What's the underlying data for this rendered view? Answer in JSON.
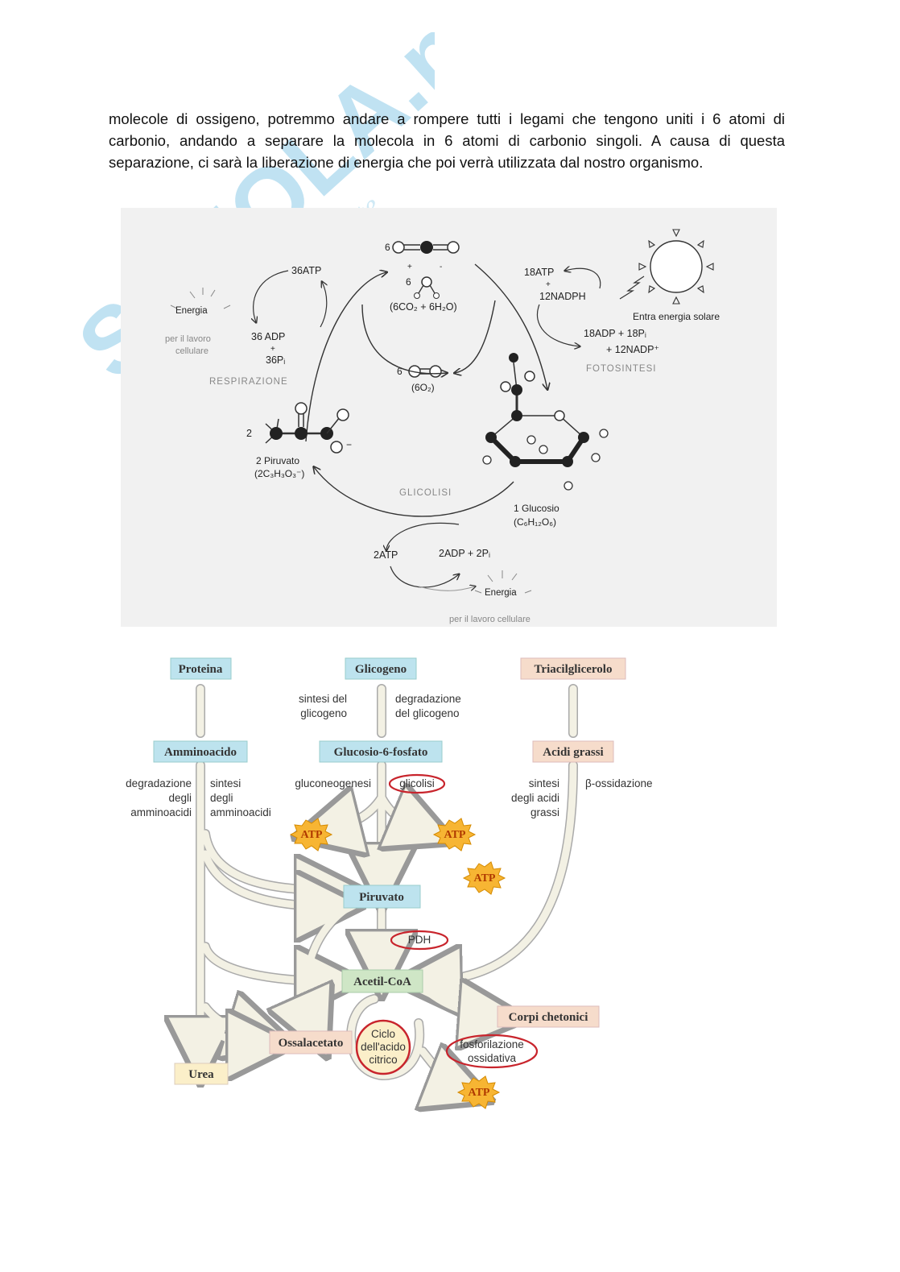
{
  "text": {
    "paragraph": "molecole di ossigeno, potremmo andare a rompere tutti i legami che tengono uniti i 6 atomi di carbonio, andando a separare la molecola in 6 atomi di carbonio singoli. A causa di questa separazione, ci sarà la liberazione di energia che poi verrà utilizzata  dal nostro organismo."
  },
  "watermark": {
    "brand": "SKUOLA.net",
    "tagline": "il portale dello studente",
    "color": "#8ecbe8"
  },
  "figure1": {
    "co2_count": "6",
    "co2_label": "(6CO₂ + 6H₂O)",
    "h2o_count": "6",
    "o2_count": "6",
    "o2_label": "(6O₂)",
    "atp36": "36ATP",
    "adp36": "36 ADP",
    "plus": "+",
    "pi36": "36Pᵢ",
    "energia": "Energia",
    "lavoro_left_1": "per il lavoro",
    "lavoro_left_2": "cellulare",
    "respirazione": "RESPIRAZIONE",
    "atp18": "18ATP",
    "nadph12": "12NADPH",
    "adp18": "18ADP + 18Pᵢ",
    "nadp12": "+ 12NADP⁺",
    "solare": "Entra energia solare",
    "fotosintesi": "FOTOSINTESI",
    "piruvato_count": "2",
    "piruvato": "2 Piruvato",
    "piruvato_formula": "(2C₃H₃O₃⁻)",
    "glicolisi": "GLICOLISI",
    "glucosio": "1 Glucosio",
    "glucosio_formula": "(C₆H₁₂O₆)",
    "atp2": "2ATP",
    "adp2": "2ADP + 2Pᵢ",
    "energia_bottom": "Energia",
    "lavoro_bottom": "per il lavoro cellulare"
  },
  "figure2": {
    "proteina": "Proteina",
    "glicogeno": "Glicogeno",
    "triacilglicerolo": "Triacilglicerolo",
    "amminoacido": "Amminoacido",
    "glucosio6p": "Glucosio-6-fosfato",
    "acidi_grassi": "Acidi grassi",
    "piruvato": "Piruvato",
    "acetilcoa": "Acetil-CoA",
    "corpi": "Corpi chetonici",
    "ossalacetato": "Ossalacetato",
    "urea": "Urea",
    "sintesi_glicogeno_1": "sintesi del",
    "sintesi_glicogeno_2": "glicogeno",
    "degr_glicogeno_1": "degradazione",
    "degr_glicogeno_2": "del glicogeno",
    "degr_aa_1": "degradazione",
    "degr_aa_2": "degli",
    "degr_aa_3": "amminoacidi",
    "sint_aa_1": "sintesi",
    "sint_aa_2": "degli",
    "sint_aa_3": "amminoacidi",
    "gluconeogenesi": "gluconeogenesi",
    "glicolisi": "glicolisi",
    "sint_ag_1": "sintesi",
    "sint_ag_2": "degli acidi",
    "sint_ag_3": "grassi",
    "beta_ox": "β-ossidazione",
    "pdh": "PDH",
    "ciclo_1": "Ciclo",
    "ciclo_2": "dell'acido",
    "ciclo_3": "citrico",
    "fosf_1": "fosforilazione",
    "fosf_2": "ossidativa",
    "atp": "ATP"
  },
  "colors": {
    "blue_box": "#bde3ee",
    "green_box": "#cfe6c6",
    "peach_box": "#f6dccb",
    "cream_box": "#fbefc9",
    "atp_star": "#f7b533",
    "red_circle": "#c8242c",
    "arrow_fill": "#f3f1e4"
  }
}
